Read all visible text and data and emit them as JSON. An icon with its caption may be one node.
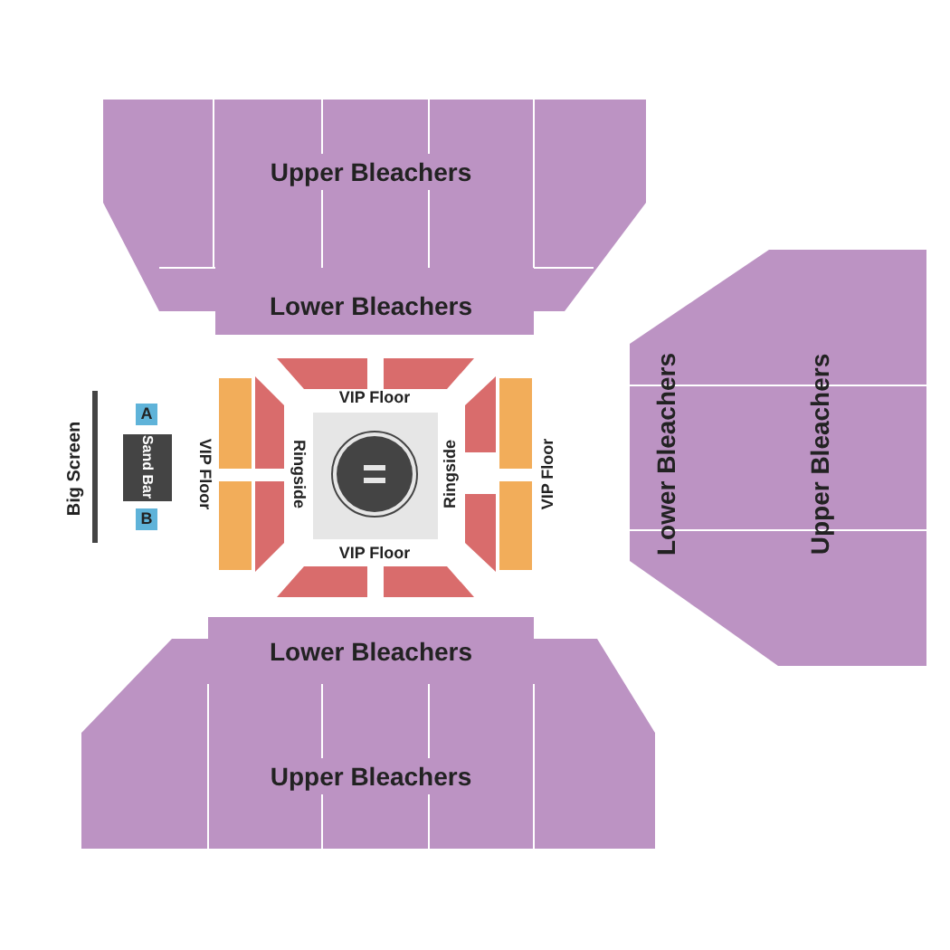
{
  "diagram": {
    "nodes": [
      {
        "text": [
          "Upper Bleachers"
        ]
      },
      {
        "text": [
          "Lower Bleachers"
        ]
      },
      {
        "text": [
          "Lower Bleachers"
        ]
      },
      {
        "text": [
          "Upper Bleachers"
        ]
      },
      {
        "text": [
          "Big Screen"
        ]
      },
      {
        "text": [
          "A"
        ]
      },
      {
        "text": [
          "Sand Bar"
        ]
      },
      {
        "text": [
          "B"
        ]
      },
      {
        "text": [],
        "shape": "box"
      },
      {
        "text": [],
        "shape": "box"
      },
      {
        "text": [],
        "shape": "box"
      },
      {
        "text": [],
        "shape": "box"
      },
      {
        "text": [],
        "shape": "box"
      },
      {
        "text": [],
        "shape": "box"
      },
      {
        "text": [],
        "shape": "box"
      },
      {
        "text": [],
        "shape": "box"
      },
      {
        "text": [],
        "shape": "box"
      },
      {
        "text": [],
        "shape": "box"
      },
      {
        "text": [],
        "shape": "box"
      },
      {
        "text": [],
        "shape": "circle",
        "in": 18
      },
      {
        "text": [],
        "shape": "box"
      },
      {
        "text": [],
        "shape": "box"
      },
      {
        "text": [
          "Lower Bleachers"
        ]
      },
      {
        "text": [
          "Upper Bleachers"
        ]
      }
    ],
    "labels": [
      "VIP Floor",
      "VIP Floor",
      "Ringside",
      "Ringside",
      "VIP Floor",
      "VIP Floor"
    ]
  }
}
